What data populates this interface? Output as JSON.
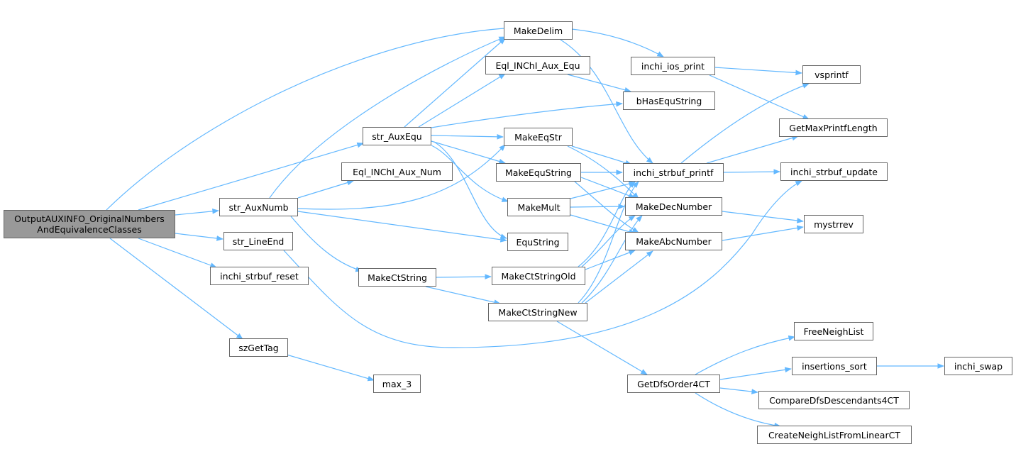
{
  "root": {
    "line1": "OutputAUXINFO_OriginalNumbers",
    "line2": "AndEquivalenceClasses"
  },
  "nodes": {
    "makedelim": "MakeDelim",
    "inchi_ios_print": "inchi_ios_print",
    "vsprintf": "vsprintf",
    "eql_aux_equ": "Eql_INChI_Aux_Equ",
    "bhasequstring": "bHasEquString",
    "getmaxprintflength": "GetMaxPrintfLength",
    "str_auxequ": "str_AuxEqu",
    "makeeqstr": "MakeEqStr",
    "makeequstring": "MakeEquString",
    "inchi_strbuf_printf": "inchi_strbuf_printf",
    "inchi_strbuf_update": "inchi_strbuf_update",
    "eql_aux_num": "Eql_INChI_Aux_Num",
    "str_auxnumb": "str_AuxNumb",
    "makemult": "MakeMult",
    "makedecnumber": "MakeDecNumber",
    "mystrrev": "mystrrev",
    "str_lineend": "str_LineEnd",
    "equstring": "EquString",
    "makeabcnumber": "MakeAbcNumber",
    "inchi_strbuf_reset": "inchi_strbuf_reset",
    "makectstring": "MakeCtString",
    "makectstringold": "MakeCtStringOld",
    "makectstringnew": "MakeCtStringNew",
    "freeneighlist": "FreeNeighList",
    "szgettag": "szGetTag",
    "insertions_sort": "insertions_sort",
    "inchi_swap": "inchi_swap",
    "max_3": "max_3",
    "getdfsorder4ct": "GetDfsOrder4CT",
    "comparedfsdescendants4ct": "CompareDfsDescendants4CT",
    "createneighlistfromlinearct": "CreateNeighListFromLinearCT"
  },
  "colors": {
    "edge": "#63b8ff",
    "node_border": "#666666",
    "root_fill": "#999999"
  }
}
